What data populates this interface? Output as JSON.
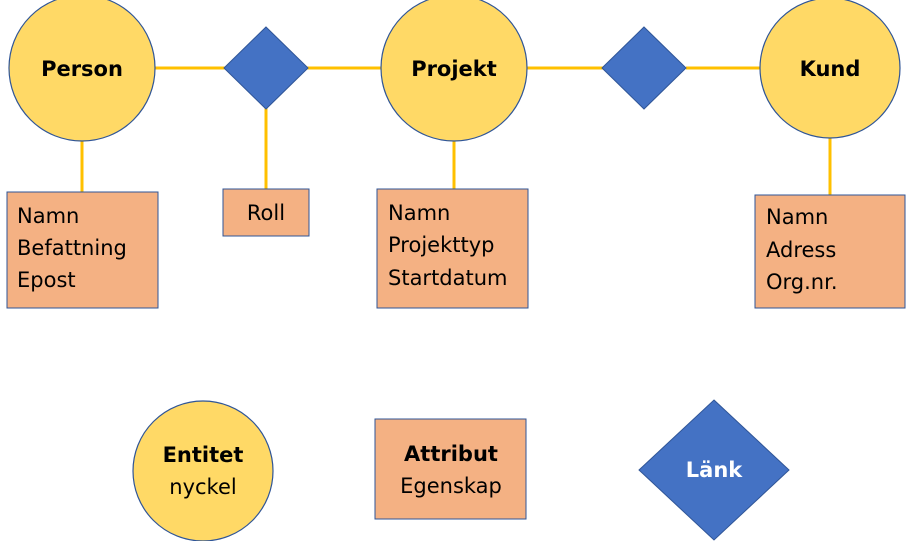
{
  "colors": {
    "entity_fill": "#FFD966",
    "entity_stroke": "#2F5597",
    "attribute_fill": "#F4B183",
    "attribute_stroke": "#2F5597",
    "link_fill": "#4472C4",
    "connector": "#FFC000"
  },
  "entities": {
    "person": "Person",
    "projekt": "Projekt",
    "kund": "Kund"
  },
  "attributes": {
    "person": [
      "Namn",
      "Befattning",
      "Epost"
    ],
    "roll": [
      "Roll"
    ],
    "projekt": [
      "Namn",
      "Projekttyp",
      "Startdatum"
    ],
    "kund": [
      "Namn",
      "Adress",
      "Org.nr."
    ]
  },
  "legend": {
    "entity_title": "Entitet",
    "entity_sub": "nyckel",
    "attribute_title": "Attribut",
    "attribute_sub": "Egenskap",
    "link_label": "Länk"
  }
}
